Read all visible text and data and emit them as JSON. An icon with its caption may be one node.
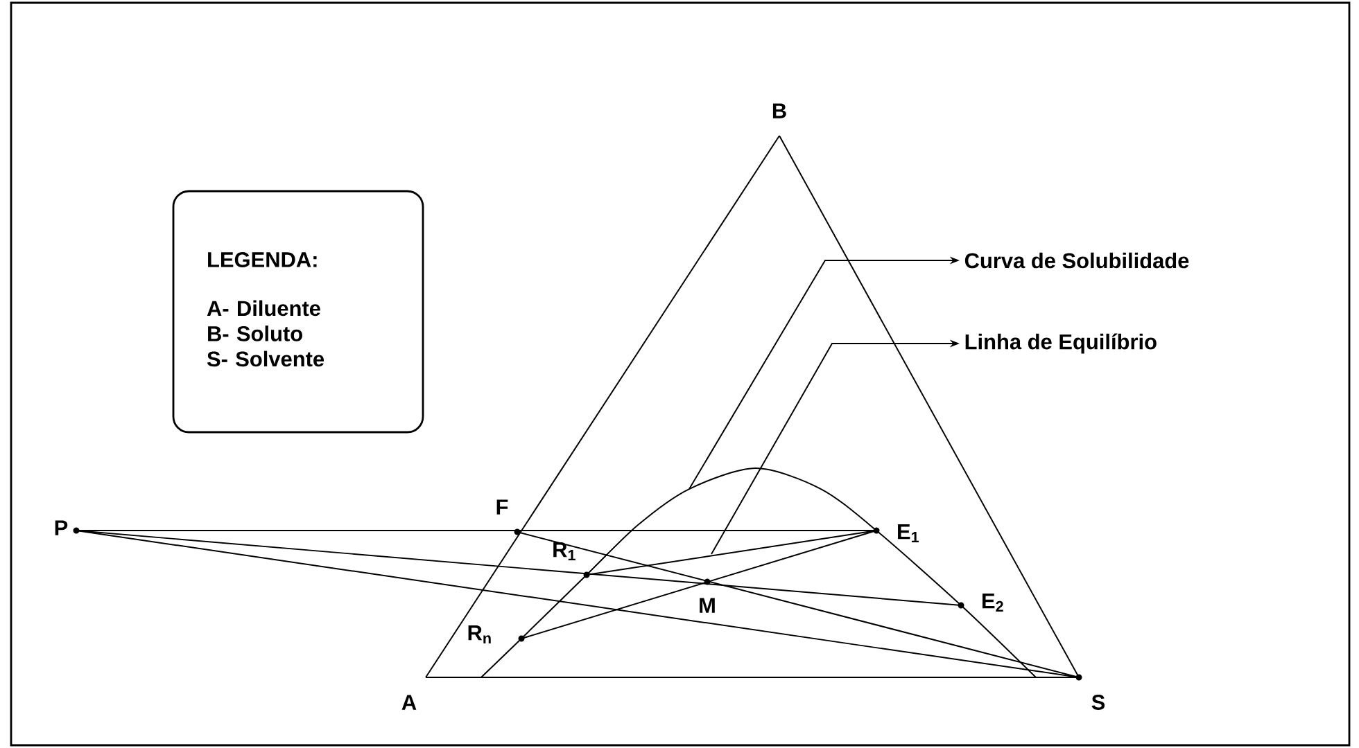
{
  "diagram": {
    "nodes": [
      {
        "text": [
          "LEGENDA:",
          "A- Diluente",
          "B- Soluto",
          "S- Solvente"
        ]
      },
      {
        "text": [
          "Curva de Solubilidade"
        ]
      },
      {
        "text": [
          "Linha de Equilíbrio"
        ]
      }
    ],
    "edges": [
      {
        "from": null,
        "to": 1,
        "arrow": "to"
      },
      {
        "from": null,
        "to": 2,
        "arrow": "to"
      }
    ],
    "labels": [
      "B",
      "P",
      "F",
      "R$_{1}$",
      "E$_{1}$",
      "M",
      "E$_{2}$",
      "R$_{n}$",
      "A",
      "S"
    ]
  }
}
